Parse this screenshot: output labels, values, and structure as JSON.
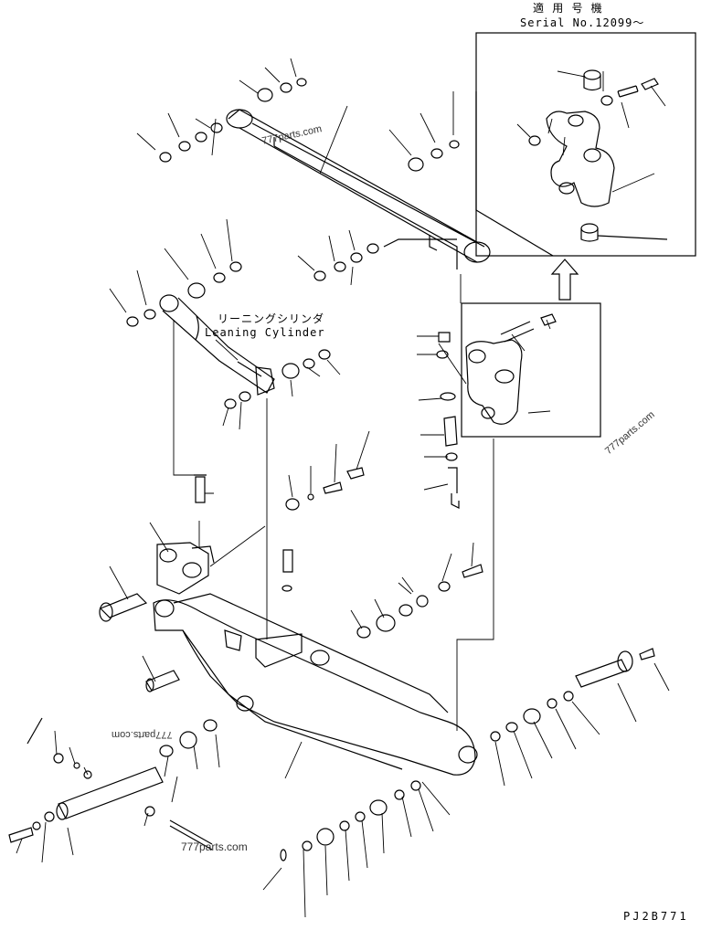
{
  "header": {
    "applicable_model": "適 用 号 機",
    "serial": "Serial No.12099～"
  },
  "callouts": {
    "leaning_cylinder_jp": "リーニングシリンダ",
    "leaning_cylinder_en": "Leaning Cylinder"
  },
  "watermarks": [
    "777parts.com",
    "777parts.com",
    "777parts.com",
    "777parts.com"
  ],
  "figure_code": "PJ2B771",
  "colors": {
    "ink": "#000000",
    "paper": "#ffffff",
    "watermark": "#333333"
  }
}
